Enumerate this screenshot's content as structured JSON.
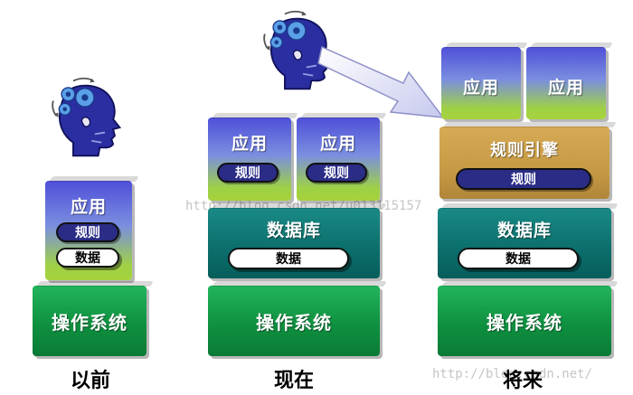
{
  "columns": {
    "past": {
      "caption": "以前",
      "app": "应用",
      "rule": "规则",
      "data": "数据",
      "os": "操作系统"
    },
    "present": {
      "caption": "现在",
      "app1": "应用",
      "app2": "应用",
      "rule1": "规则",
      "rule2": "规则",
      "db": "数据库",
      "data": "数据",
      "os": "操作系统"
    },
    "future": {
      "caption": "将来",
      "app1": "应用",
      "app2": "应用",
      "engine": "规则引擎",
      "rule": "规则",
      "db": "数据库",
      "data": "数据",
      "os": "操作系统"
    }
  },
  "watermarks": {
    "center": "http://blog.csdn.net/u013115157",
    "bottom": "http://blog.csdn.net/"
  },
  "icons": [
    "thinking-head-icon",
    "gear-icon",
    "arrow-icon"
  ],
  "colors": {
    "os": "#0f9140",
    "db": "#0b6e6b",
    "app_top": "#4f4fd8",
    "app_bottom": "#a6d23c",
    "engine": "#c69a44",
    "rule_pill": "#2a2c86",
    "head": "#2b2ea0"
  }
}
